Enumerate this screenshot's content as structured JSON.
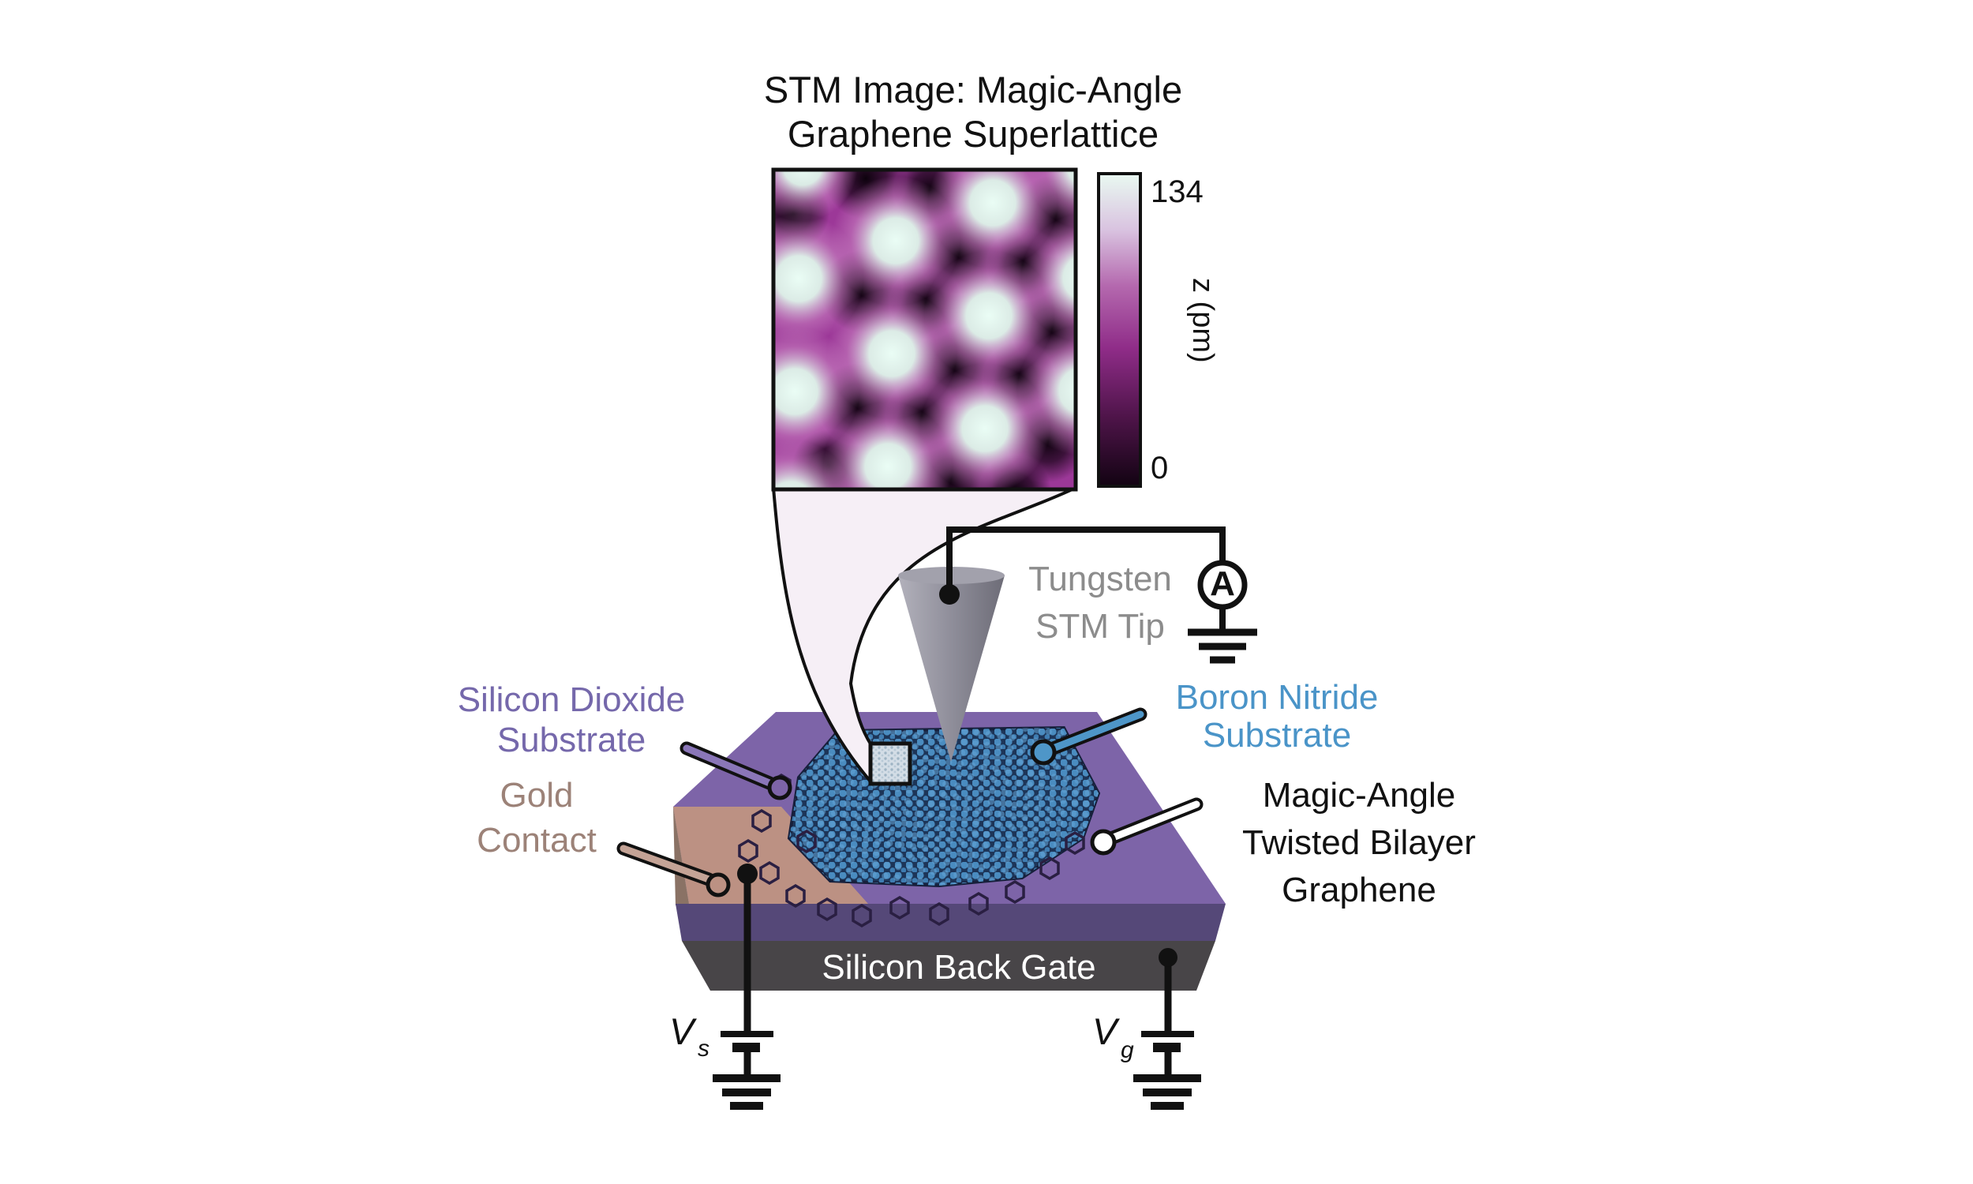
{
  "figure": {
    "title": {
      "line1": "STM Image: Magic-Angle",
      "line2": "Graphene Superlattice"
    },
    "colorbar": {
      "max": "134",
      "min": "0",
      "axis_label": "z (pm)"
    },
    "tip_label": {
      "line1": "Tungsten",
      "line2": "STM Tip"
    },
    "ammeter_label": "A",
    "labels": {
      "sio2": {
        "line1": "Silicon Dioxide",
        "line2": "Substrate",
        "color": "#7568ab"
      },
      "gold": {
        "line1": "Gold",
        "line2": "Contact",
        "color": "#9c8278"
      },
      "bn": {
        "line1": "Boron Nitride",
        "line2": "Substrate",
        "color": "#4a94c8"
      },
      "graphene": {
        "line1": "Magic-Angle",
        "line2": "Twisted Bilayer",
        "line3": "Graphene",
        "color": "#111111"
      },
      "backgate": {
        "text": "Silicon Back Gate",
        "color": "#ffffff"
      }
    },
    "voltage_sources": {
      "vs": {
        "base": "V",
        "sub": "s"
      },
      "vg": {
        "base": "V",
        "sub": "g"
      }
    },
    "colors": {
      "stm_base": "#9c3898",
      "stm_bright": "#e9fcf4",
      "stm_dark": "#120312",
      "top_face_purple": "#7d64a8",
      "gold_contact": "#bc9183",
      "front_purple_band": "#554878",
      "backgate_gray": "#484548",
      "flake_navy": "#1d3558",
      "flake_dot_blue": "#4a8cc0",
      "tip_gray": "#8f8e9a",
      "tungsten_text_gray": "#8c8c8c",
      "funnel_fill": "#f6eff6"
    }
  }
}
